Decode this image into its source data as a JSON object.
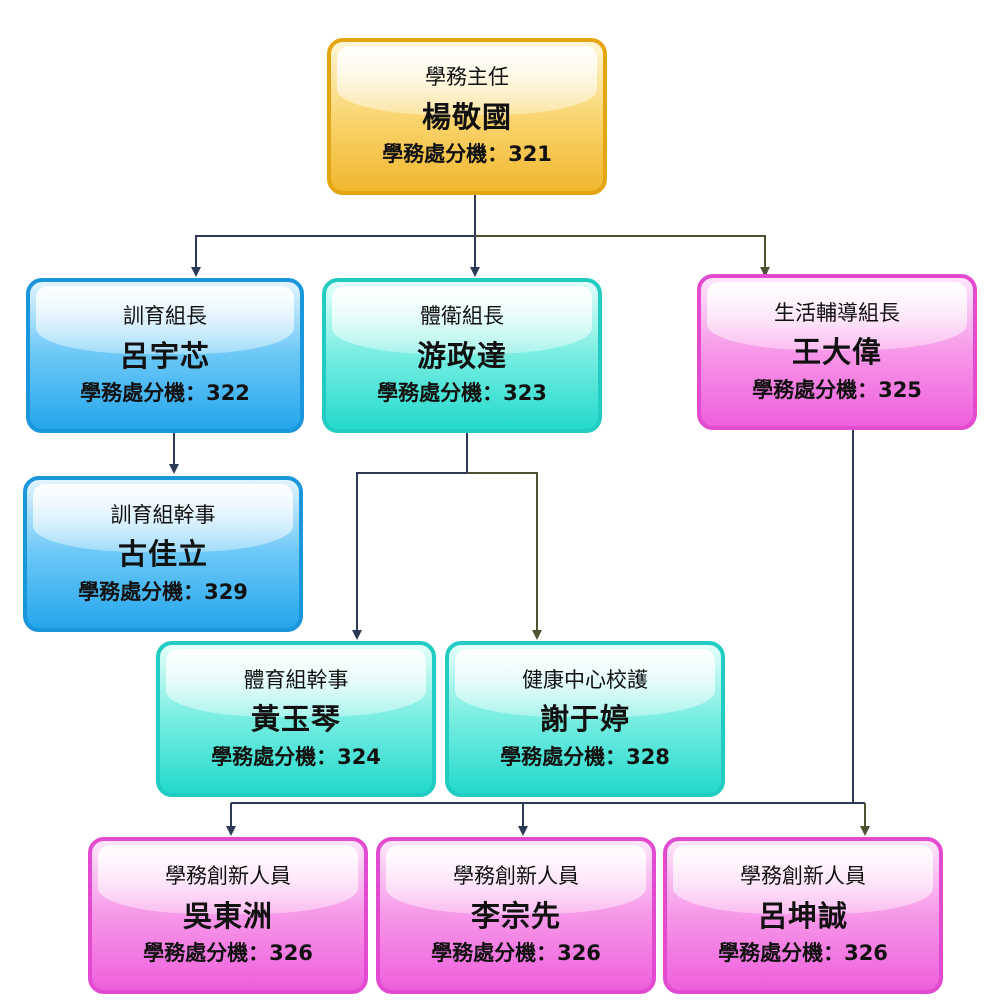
{
  "chart_title": "學務處組織架構",
  "nodes": {
    "director": {
      "role": "學務主任",
      "name": "楊敬國",
      "ext": "學務處分機：321"
    },
    "discipline": {
      "role": "訓育組長",
      "name": "呂宇芯",
      "ext": "學務處分機：322"
    },
    "phys": {
      "role": "體衛組長",
      "name": "游政達",
      "ext": "學務處分機：323"
    },
    "life": {
      "role": "生活輔導組長",
      "name": "王大偉",
      "ext": "學務處分機：325"
    },
    "disc_staff": {
      "role": "訓育組幹事",
      "name": "古佳立",
      "ext": "學務處分機：329"
    },
    "sport_staff": {
      "role": "體育組幹事",
      "name": "黃玉琴",
      "ext": "學務處分機：324"
    },
    "nurse": {
      "role": "健康中心校護",
      "name": "謝于婷",
      "ext": "學務處分機：328"
    },
    "innov1": {
      "role": "學務創新人員",
      "name": "吳東洲",
      "ext": "學務處分機：326"
    },
    "innov2": {
      "role": "學務創新人員",
      "name": "李宗先",
      "ext": "學務處分機：326"
    },
    "innov3": {
      "role": "學務創新人員",
      "name": "呂坤誠",
      "ext": "學務處分機：326"
    }
  },
  "colors": {
    "line_dark": "#2d3a55",
    "line_olive": "#4f5232",
    "gold": "#e3a612",
    "blue": "#1a96dc",
    "teal": "#22ccc2",
    "pink": "#e24bd0"
  }
}
